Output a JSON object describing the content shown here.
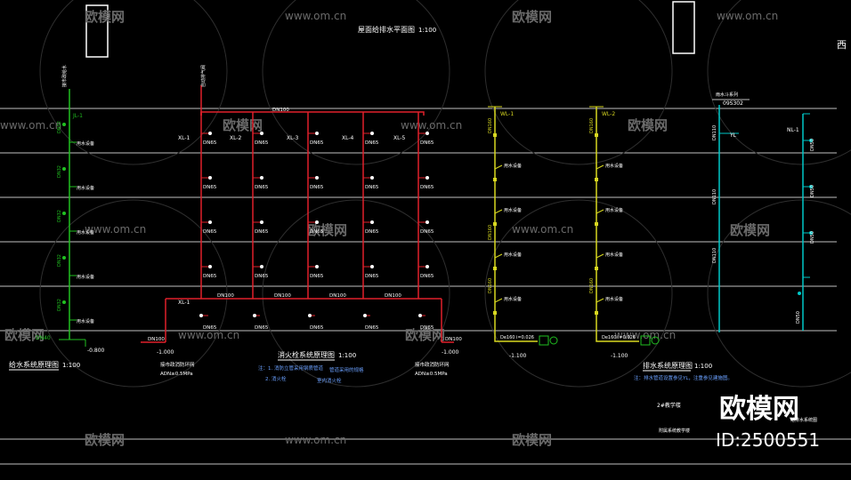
{
  "colors": {
    "background": "#000000",
    "floor_line": "#bfbfbf",
    "water_supply": "#20c020",
    "fire_hydrant": "#e0202a",
    "drainage": "#d8d820",
    "rain": "#00c8c8",
    "title_text": "#ffffff",
    "note_text": "#6aa0ff",
    "watermark": "#6a6a6a"
  },
  "titles": {
    "roof_plan": "屋面给排水平面图",
    "roof_plan_scale": "1:100",
    "water_supply": "给水系统原理图",
    "water_supply_scale": "1:100",
    "fire_hydrant": "消火栓系统原理图",
    "fire_hydrant_scale": "1:100",
    "drainage": "排水系统原理图",
    "drainage_scale": "1:100"
  },
  "fire": {
    "riser_labels": [
      "XL-1",
      "XL-2",
      "XL-3",
      "XL-4",
      "XL-5"
    ],
    "bottom_riser_label": "XL-1",
    "pipe_main": "DN100",
    "pipe_branch": "DN65",
    "vent_label": "自动排气阀",
    "inlet_left": "DN100",
    "inlet_right": "DN100",
    "elev_left": "-1.000",
    "elev_right": "-1.000",
    "ring_left": "接市政消防环网",
    "ring_right": "接市政消防环网",
    "pressure_left": "ADN≥0.5MPa",
    "pressure_right": "ADN≥0.5MPa",
    "note1": "注：1. 消防立管采用钢质管道",
    "note1b": "管道采用的规格",
    "note2": "2. 消火栓",
    "note2b": "室内消火栓"
  },
  "supply": {
    "riser_label": "JL-1",
    "bottom_label": "DN40",
    "pipe_size": "DN32",
    "fixture": "用水设备",
    "elevation": "-0.800",
    "top_label": "接市政给水"
  },
  "drainage": {
    "riser1": "WL-1",
    "riser2": "WL-2",
    "pipe": "DN160",
    "outlet1": "De160 i=0.026",
    "outlet2": "De160 i=0.026",
    "elev1": "-1.100",
    "elev2": "-1.100",
    "fixture": "用水设备",
    "note": "注：排水管道设置参见YL，注重参见建施图。"
  },
  "rain": {
    "header1": "雨水斗系列",
    "header2": "09S302",
    "riser1": "YL",
    "riser2": "NL-1",
    "pipe1": "DN110",
    "pipe2": "DN50"
  },
  "side": {
    "right_top": "西",
    "school": "2#教学楼",
    "project": "附属系统教学楼",
    "seal": "给排水系统图"
  },
  "watermarks": {
    "site": "www.om.cn",
    "brand": "欧模网",
    "id_text": "ID:2500551"
  }
}
